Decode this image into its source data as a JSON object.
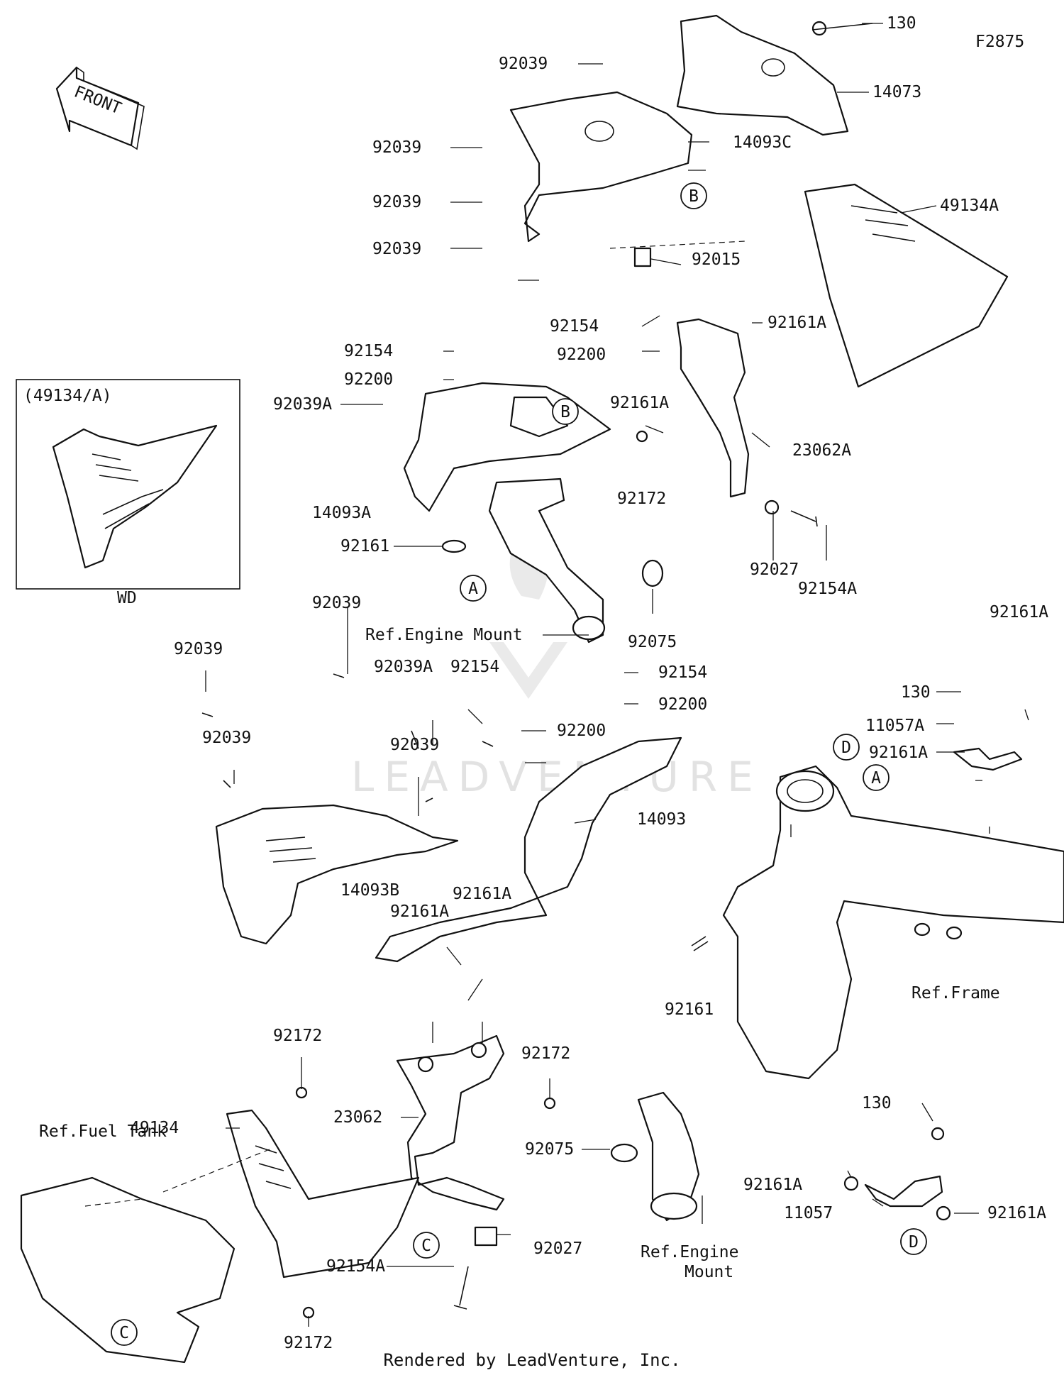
{
  "diagram_code": "F2875",
  "front_label": "FRONT",
  "inset": {
    "title": "(49134/A)",
    "caption": "WD"
  },
  "watermark": "LEADVENTURE",
  "footer": "Rendered by LeadVenture, Inc.",
  "labels": {
    "l_130_top": "130",
    "l_14073": "14073",
    "l_92039_a": "92039",
    "l_14093C": "14093C",
    "l_92039_b": "92039",
    "l_92039_c": "92039",
    "l_92039_d": "92039",
    "l_92015": "92015",
    "l_49134A": "49134A",
    "l_92154_a": "92154",
    "l_92200_a": "92200",
    "l_92154_b": "92154",
    "l_92200_b": "92200",
    "l_92039A_a": "92039A",
    "l_92161A_a": "92161A",
    "l_92161A_b": "92161A",
    "l_14093A": "14093A",
    "l_23062A": "23062A",
    "l_92172_a": "92172",
    "l_92161": "92161",
    "l_92027_a": "92027",
    "l_92154A_a": "92154A",
    "l_92075_a": "92075",
    "l_ref_engine_mount_a": "Ref.Engine Mount",
    "l_92039_e": "92039",
    "l_92039_f": "92039",
    "l_92039A_b": "92039A",
    "l_92154_c": "92154",
    "l_92154_d": "92154",
    "l_92200_c": "92200",
    "l_92200_d": "92200",
    "l_92039_g": "92039",
    "l_92039_h": "92039",
    "l_14093": "14093",
    "l_14093B": "14093B",
    "l_92161A_c": "92161A",
    "l_92161A_d": "92161A",
    "l_130_mid": "130",
    "l_11057A": "11057A",
    "l_92161A_e": "92161A",
    "l_92161A_f": "92161A",
    "l_ref_frame": "Ref.Frame",
    "l_92161_b": "92161",
    "l_92172_b": "92172",
    "l_92172_c": "92172",
    "l_49134": "49134",
    "l_ref_fuel_tank": "Ref.Fuel Tank",
    "l_23062": "23062",
    "l_92075_b": "92075",
    "l_92027_b": "92027",
    "l_ref_engine_mount_b1": "Ref.Engine",
    "l_ref_engine_mount_b2": "Mount",
    "l_92154A_b": "92154A",
    "l_92172_d": "92172",
    "l_130_low": "130",
    "l_92161A_g": "92161A",
    "l_11057": "11057",
    "l_92161A_h": "92161A"
  },
  "callouts": {
    "B1": "B",
    "B2": "B",
    "A1": "A",
    "A2": "A",
    "D1": "D",
    "D2": "D",
    "C1": "C",
    "C2": "C"
  }
}
